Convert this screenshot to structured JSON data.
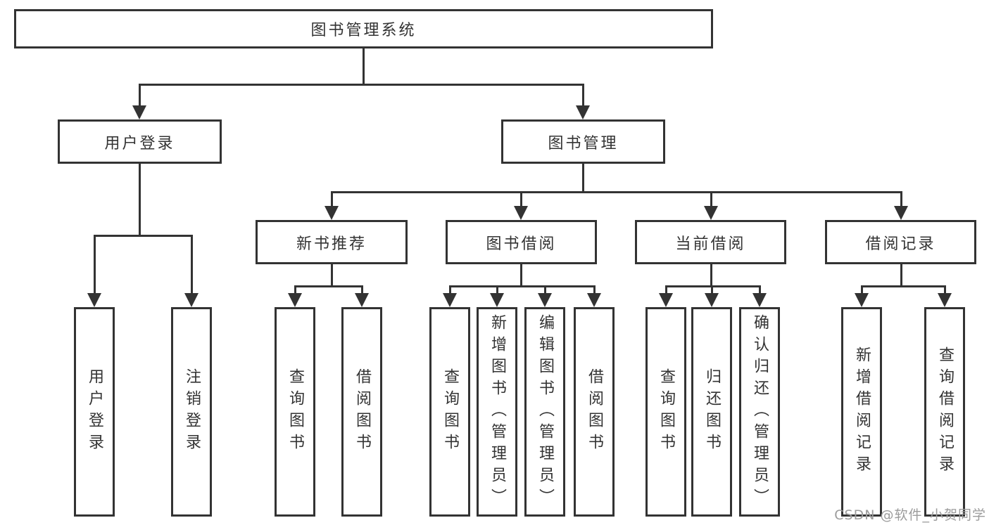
{
  "diagram": {
    "root": {
      "label": "图书管理系统"
    },
    "level2": [
      {
        "label": "用户登录"
      },
      {
        "label": "图书管理"
      }
    ],
    "level3": [
      {
        "label": "新书推荐"
      },
      {
        "label": "图书借阅"
      },
      {
        "label": "当前借阅"
      },
      {
        "label": "借阅记录"
      }
    ],
    "leaves": {
      "user_login": [
        "用户登录",
        "注销登录"
      ],
      "new_book_recommend": [
        "查询图书",
        "借阅图书"
      ],
      "book_borrowing": [
        "查询图书",
        "新增图书（管理员）",
        "编辑图书（管理员）",
        "借阅图书"
      ],
      "current_borrowing": [
        "查询图书",
        "归还图书",
        "确认归还（管理员）"
      ],
      "borrowing_records": [
        "新增借阅记录",
        "查询借阅记录"
      ]
    }
  },
  "watermark": {
    "text": "CSDN @软件_小贺同学"
  },
  "colors": {
    "line": "#333333",
    "text": "#333333",
    "watermark": "#9c9c9c",
    "background": "#ffffff",
    "box_fill": "#ffffff"
  }
}
